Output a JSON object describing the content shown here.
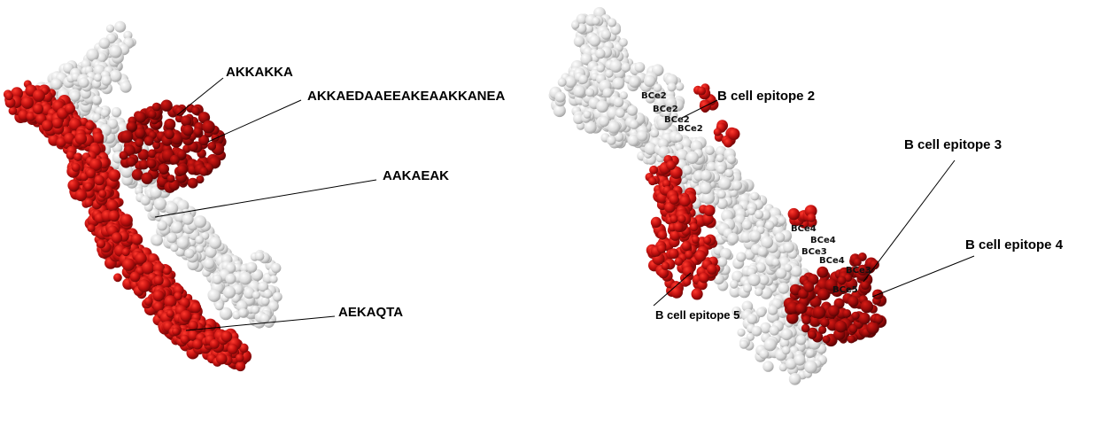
{
  "left_panel": {
    "labels": [
      "AKKAKKA",
      "AKKAEDAAEEAKEAAKKANEA",
      "AAKAEAK",
      "AEKAQTA"
    ]
  },
  "right_panel": {
    "labels": [
      "B cell epitope 2",
      "B cell epitope 3",
      "B cell epitope 4",
      "B cell epitope 5"
    ],
    "residue_tags": [
      "BCe2",
      "BCe2",
      "BCe2",
      "BCe2",
      "BCe4",
      "BCe4",
      "BCe3",
      "BCe4",
      "BCe3",
      "BCe5"
    ]
  },
  "colors": {
    "epitope": "#c0100f",
    "epitope_dark": "#8e0a0a",
    "backbone": "#e6e6e6",
    "backbone_shade": "#a9a9a9"
  }
}
